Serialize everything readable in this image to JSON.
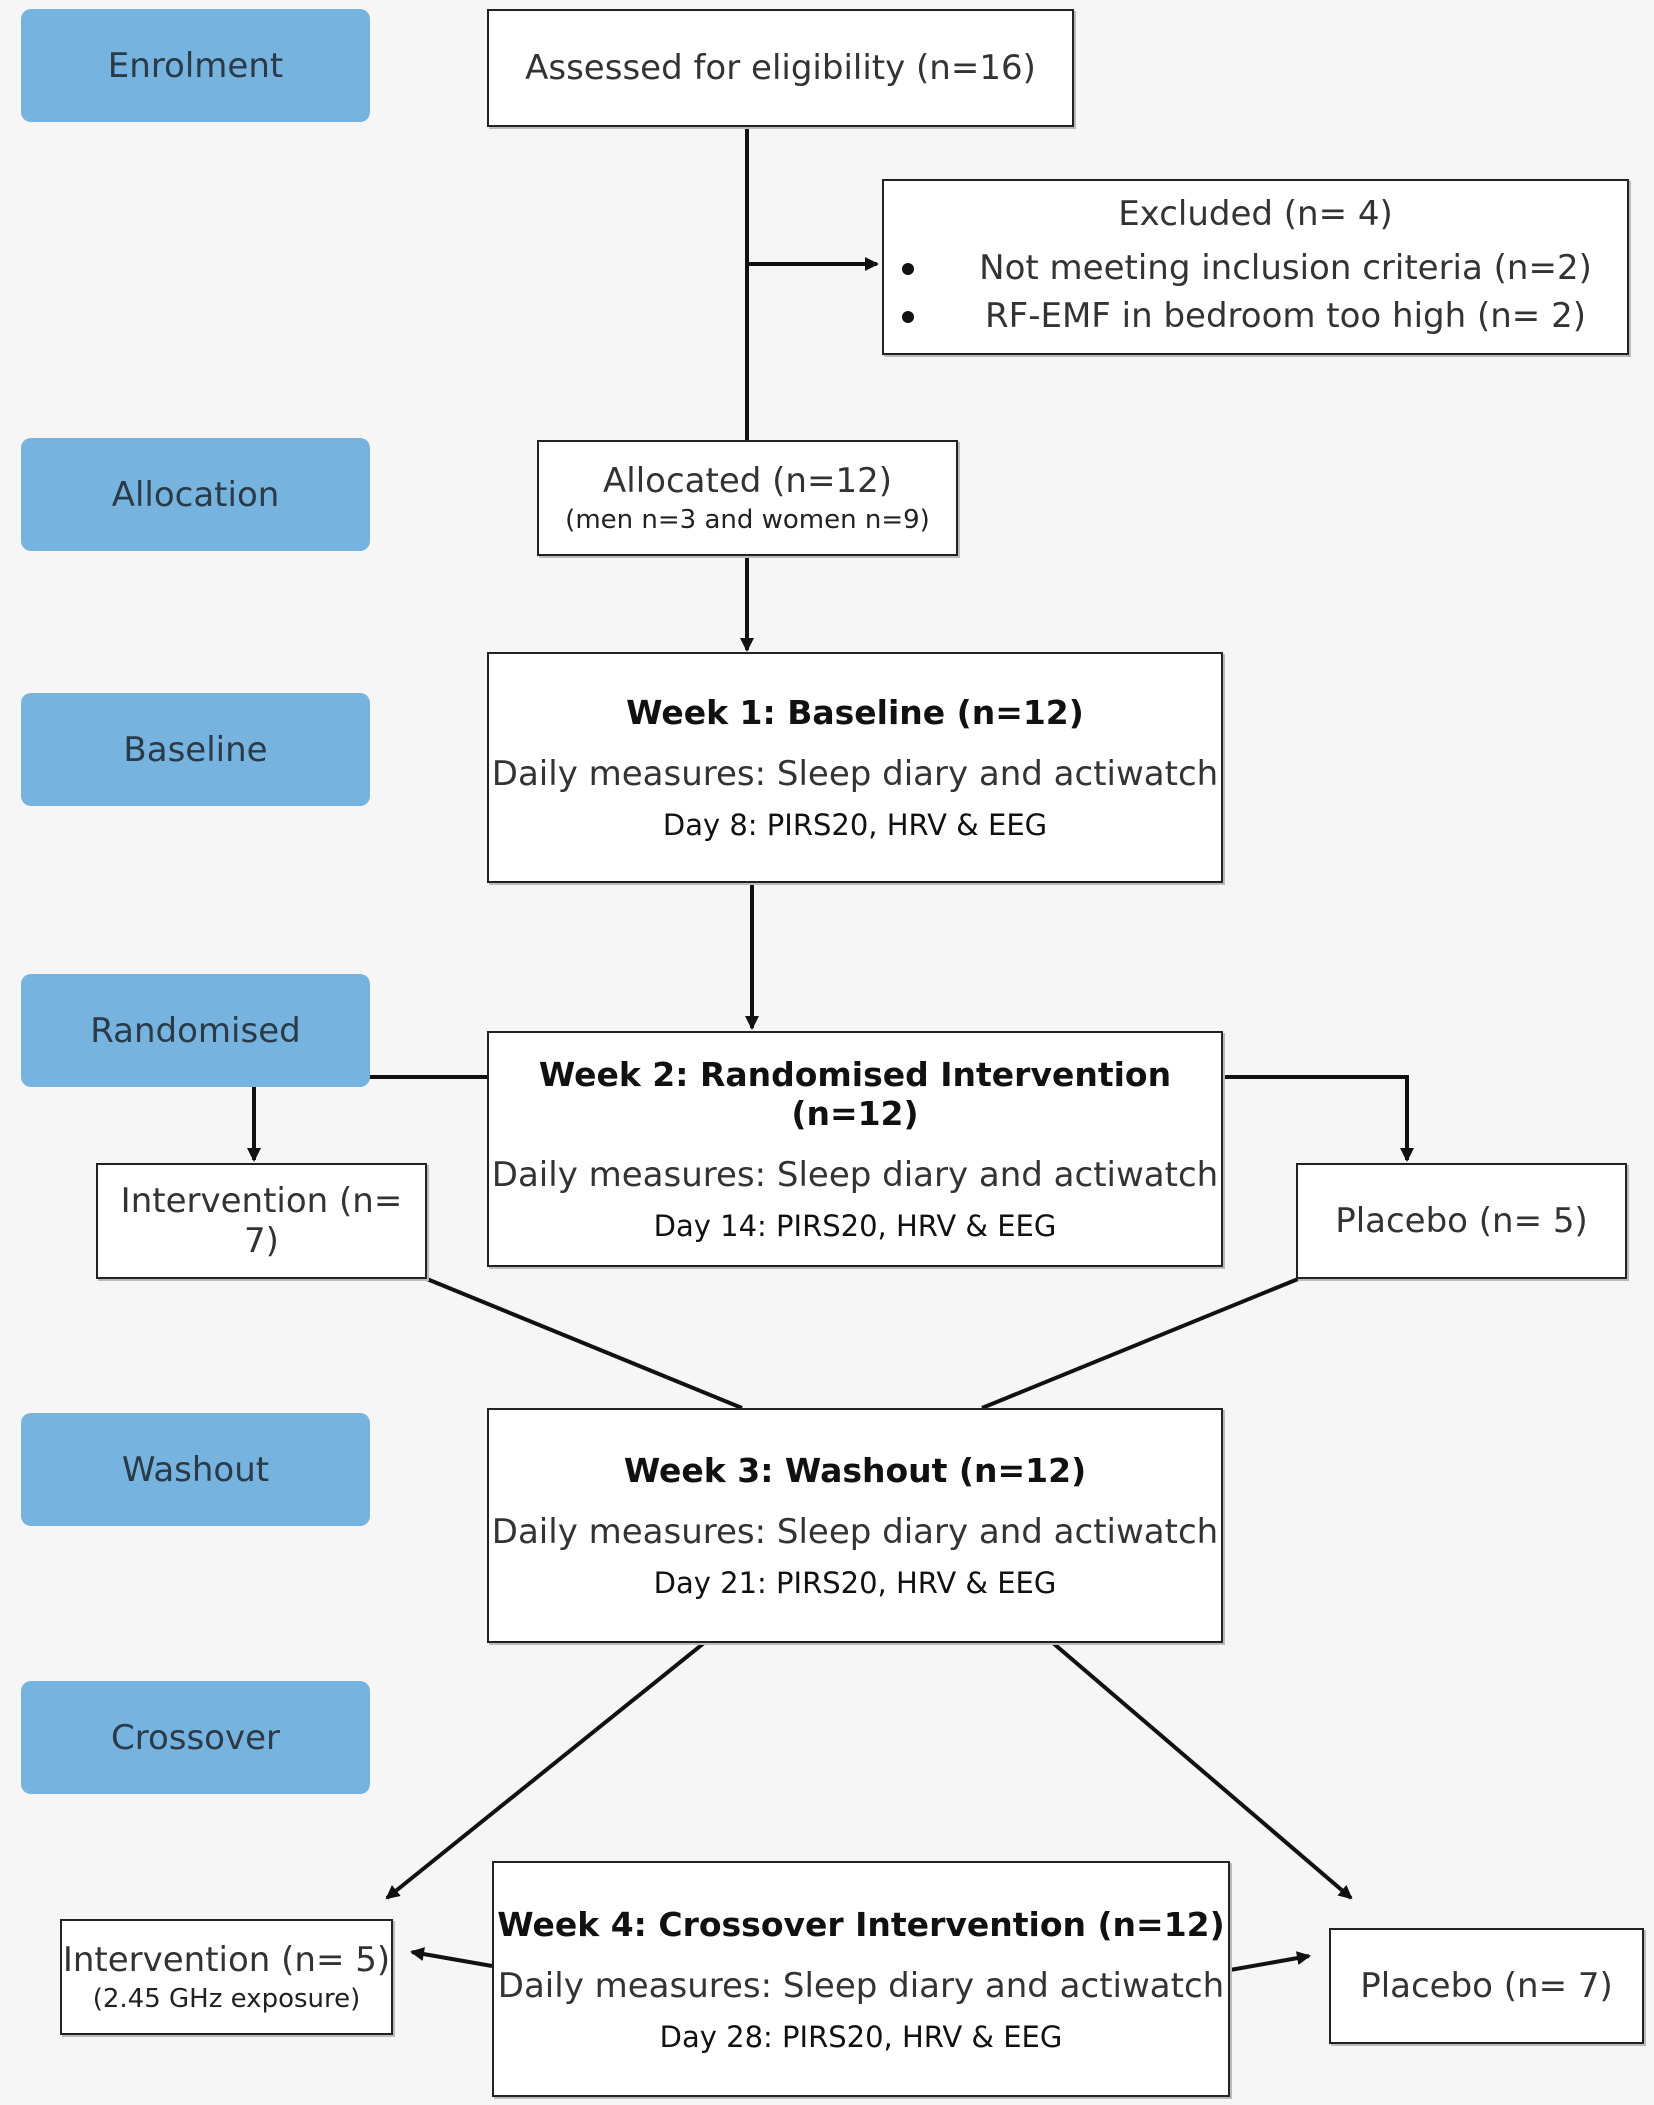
{
  "phases": {
    "enrolment": "Enrolment",
    "allocation": "Allocation",
    "baseline": "Baseline",
    "randomised": "Randomised",
    "washout": "Washout",
    "crossover": "Crossover"
  },
  "assessed": {
    "label": "Assessed for eligibility (n=16)"
  },
  "excluded": {
    "title": "Excluded (n= 4)",
    "items": [
      "Not meeting inclusion criteria (n=2)",
      "RF-EMF in bedroom too high (n= 2)"
    ]
  },
  "allocated": {
    "title": "Allocated (n=12)",
    "sub": "(men n=3 and women n=9)"
  },
  "week1": {
    "title": "Week 1: Baseline (n=12)",
    "daily": "Daily measures: Sleep diary and actiwatch",
    "day": "Day 8: PIRS20, HRV & EEG"
  },
  "week2": {
    "title": "Week 2: Randomised Intervention (n=12)",
    "daily": "Daily measures: Sleep diary and actiwatch",
    "day": "Day 14: PIRS20, HRV & EEG"
  },
  "week3": {
    "title": "Week 3: Washout (n=12)",
    "daily": "Daily measures: Sleep diary and actiwatch",
    "day": "Day 21: PIRS20, HRV & EEG"
  },
  "week4": {
    "title": "Week 4: Crossover Intervention (n=12)",
    "daily": "Daily measures: Sleep diary and actiwatch",
    "day": "Day 28: PIRS20, HRV & EEG"
  },
  "intervention1": {
    "label": "Intervention (n= 7)"
  },
  "placebo1": {
    "label": "Placebo (n= 5)"
  },
  "intervention2": {
    "label": "Intervention (n= 5)",
    "sub": "(2.45 GHz exposure)"
  },
  "placebo2": {
    "label": "Placebo (n= 7)"
  }
}
